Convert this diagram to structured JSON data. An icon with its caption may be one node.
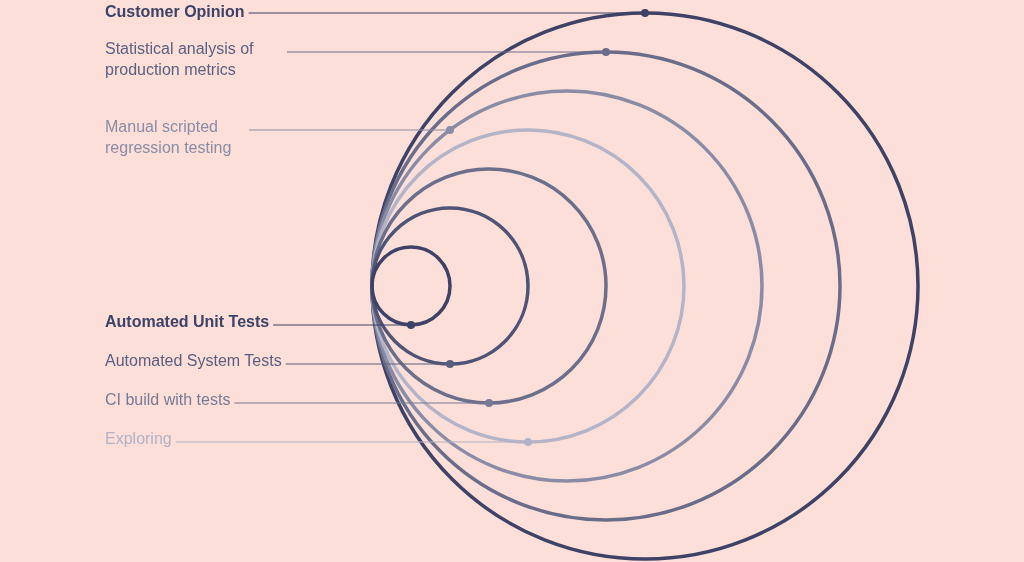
{
  "diagram": {
    "nodes": [
      {
        "text": [
          "Customer Opinion"
        ]
      },
      {
        "text": [
          "Statistical analysis of production metrics"
        ]
      },
      {
        "text": [
          "Manual scripted regression testing"
        ]
      },
      {
        "text": [
          "Automated Unit Tests"
        ]
      },
      {
        "text": [
          "Automated System Tests"
        ]
      },
      {
        "text": [
          "CI build with tests"
        ]
      },
      {
        "text": [
          "Exploring"
        ]
      },
      {
        "text": [],
        "shape": "circle",
        "in": 8
      },
      {
        "text": [],
        "shape": "circle",
        "in": 9
      },
      {
        "text": [],
        "shape": "circle",
        "in": 10
      },
      {
        "text": [],
        "shape": "circle",
        "in": 11
      },
      {
        "text": [],
        "shape": "circle",
        "in": 12
      },
      {
        "text": [],
        "shape": "circle",
        "in": 13
      },
      {
        "text": [],
        "shape": "circle"
      }
    ],
    "edges": [
      {
        "from": 0,
        "to": 13,
        "arrow": "other",
        "color": "#3d4266"
      },
      {
        "from": 1,
        "to": 12,
        "arrow": "other",
        "color": "#6a6d8a"
      },
      {
        "from": 2,
        "to": 11,
        "arrow": "other",
        "color": "#8a8ca6"
      },
      {
        "from": 3,
        "to": 7,
        "arrow": "other",
        "color": "#3d4266"
      },
      {
        "from": 4,
        "to": 8,
        "arrow": "other",
        "color": "#5a5e7e"
      },
      {
        "from": 5,
        "to": 9,
        "arrow": "other",
        "color": "#777a95"
      },
      {
        "from": 6,
        "to": 10,
        "arrow": "other",
        "color": "#b1b2c6"
      }
    ]
  }
}
